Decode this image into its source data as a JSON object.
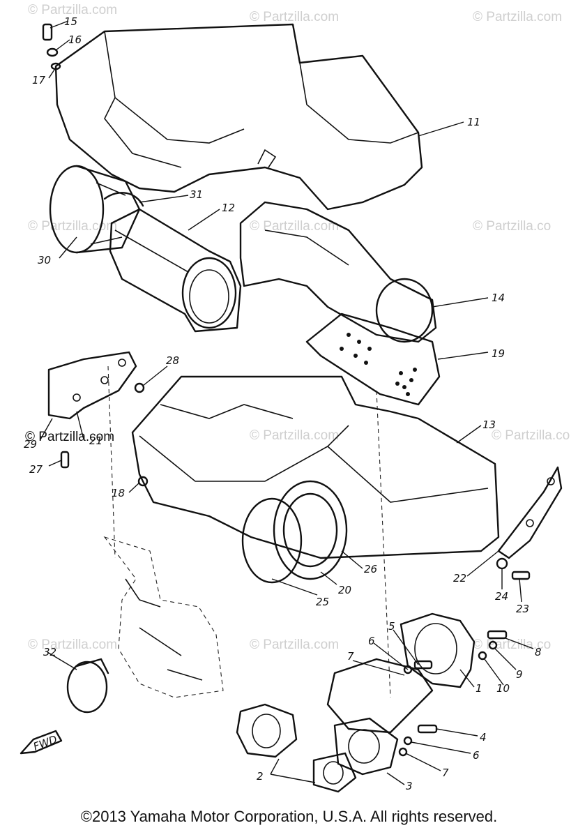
{
  "watermark": {
    "text": "© Partzilla.com",
    "text_clipped": "© Partzilla.co"
  },
  "callouts": [
    "1",
    "2",
    "3",
    "4",
    "5",
    "6",
    "7",
    "8",
    "9",
    "10",
    "11",
    "12",
    "13",
    "14",
    "15",
    "16",
    "17",
    "18",
    "19",
    "20",
    "21",
    "22",
    "23",
    "24",
    "25",
    "26",
    "27",
    "28",
    "29",
    "30",
    "31",
    "32"
  ],
  "fwd_label": "FWD",
  "copyright": "©2013 Yamaha Motor Corporation, U.S.A. All rights reserved."
}
